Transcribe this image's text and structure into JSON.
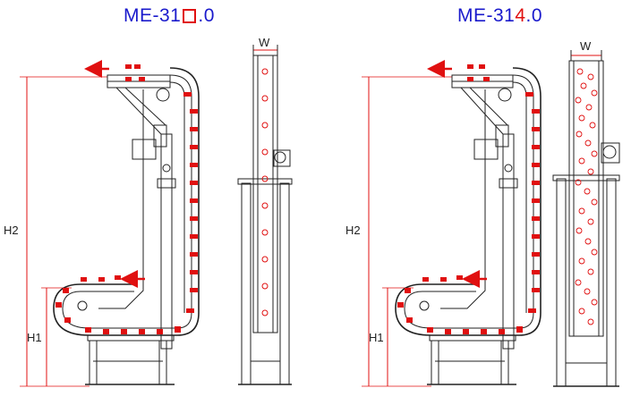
{
  "left": {
    "title_prefix": "ME-31",
    "title_suffix": ".0",
    "label_h2": "H2",
    "label_h1": "H1",
    "label_w": "W"
  },
  "right": {
    "title_prefix": "ME-31",
    "title_highlight": "4",
    "title_suffix": ".0",
    "label_h2": "H2",
    "label_h1": "H1",
    "label_w": "W"
  },
  "colors": {
    "title": "#1a1acc",
    "accent": "#e01010",
    "line": "#222222"
  }
}
